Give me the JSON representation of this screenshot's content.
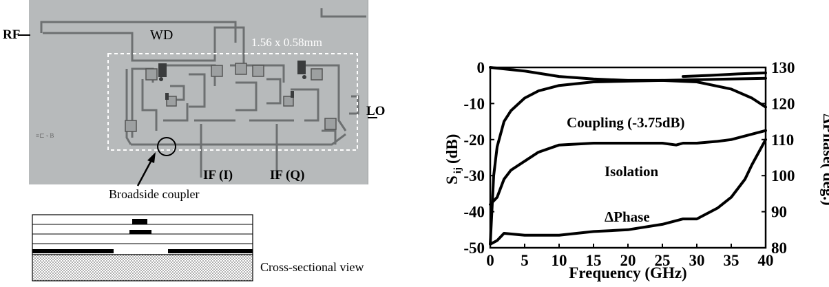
{
  "figure": {
    "layout_labels": {
      "rf": "RF",
      "wd": "WD",
      "lo": "LO",
      "size": "1.56 x 0.58mm",
      "if_i": "IF (I)",
      "if_q": "IF (Q)",
      "broadside": "Broadside coupler",
      "cross_section": "Cross-sectional view"
    }
  },
  "chart_data": {
    "type": "line",
    "title": "",
    "xlabel": "Frequency (GHz)",
    "ylabel_left": "S ij (dB)",
    "ylabel_left_main": "S",
    "ylabel_left_sub": "ij",
    "ylabel_left_unit": "(dB)",
    "ylabel_right": "ΔPhase( deg.)",
    "xlim": [
      0,
      40
    ],
    "ylim_left": [
      -50,
      0
    ],
    "ylim_right": [
      80,
      130
    ],
    "xticks": [
      0,
      5,
      10,
      15,
      20,
      25,
      30,
      35,
      40
    ],
    "yticks_left": [
      0,
      -10,
      -20,
      -30,
      -40,
      -50
    ],
    "yticks_right": [
      130,
      120,
      110,
      100,
      90,
      80
    ],
    "grid": false,
    "annotations": {
      "coupling": "Coupling (-3.75dB)",
      "isolation": "Isolation",
      "phase": "ΔPhase"
    },
    "series": [
      {
        "axis": "left",
        "x": [
          0,
          0.5,
          1,
          2,
          3,
          5,
          7,
          10,
          15,
          20,
          25,
          30,
          35,
          40
        ],
        "values": [
          -49,
          -30,
          -22,
          -15,
          -12,
          -8.5,
          -6.5,
          -5,
          -4,
          -3.8,
          -3.6,
          -3.4,
          -3.2,
          -3
        ]
      },
      {
        "axis": "left",
        "x": [
          0,
          1,
          2,
          3,
          5,
          7,
          10,
          15,
          20,
          25,
          27,
          28,
          30,
          33,
          35,
          40
        ],
        "values": [
          -38,
          -36,
          -31,
          -28.5,
          -26,
          -23.5,
          -21.5,
          -21,
          -21,
          -21,
          -21.5,
          -21,
          -21,
          -20.5,
          -20,
          -17.5
        ]
      },
      {
        "axis": "right",
        "x": [
          0,
          1,
          2,
          5,
          10,
          15,
          20,
          25,
          28,
          30,
          33,
          35,
          37,
          38,
          40
        ],
        "values": [
          81,
          82,
          84,
          83.5,
          83.5,
          84.5,
          85,
          86.5,
          88,
          88,
          91,
          94,
          99,
          103,
          110
        ]
      },
      {
        "axis": "left",
        "x": [
          0,
          5,
          10,
          15,
          20,
          25,
          30,
          35,
          38,
          40
        ],
        "values": [
          0,
          -1,
          -2.5,
          -3.2,
          -3.6,
          -3.6,
          -4,
          -6,
          -8.5,
          -11
        ]
      },
      {
        "axis": "left",
        "x": [
          28,
          32,
          36,
          40
        ],
        "values": [
          -2.5,
          -2.2,
          -1.8,
          -1.5
        ]
      }
    ]
  }
}
